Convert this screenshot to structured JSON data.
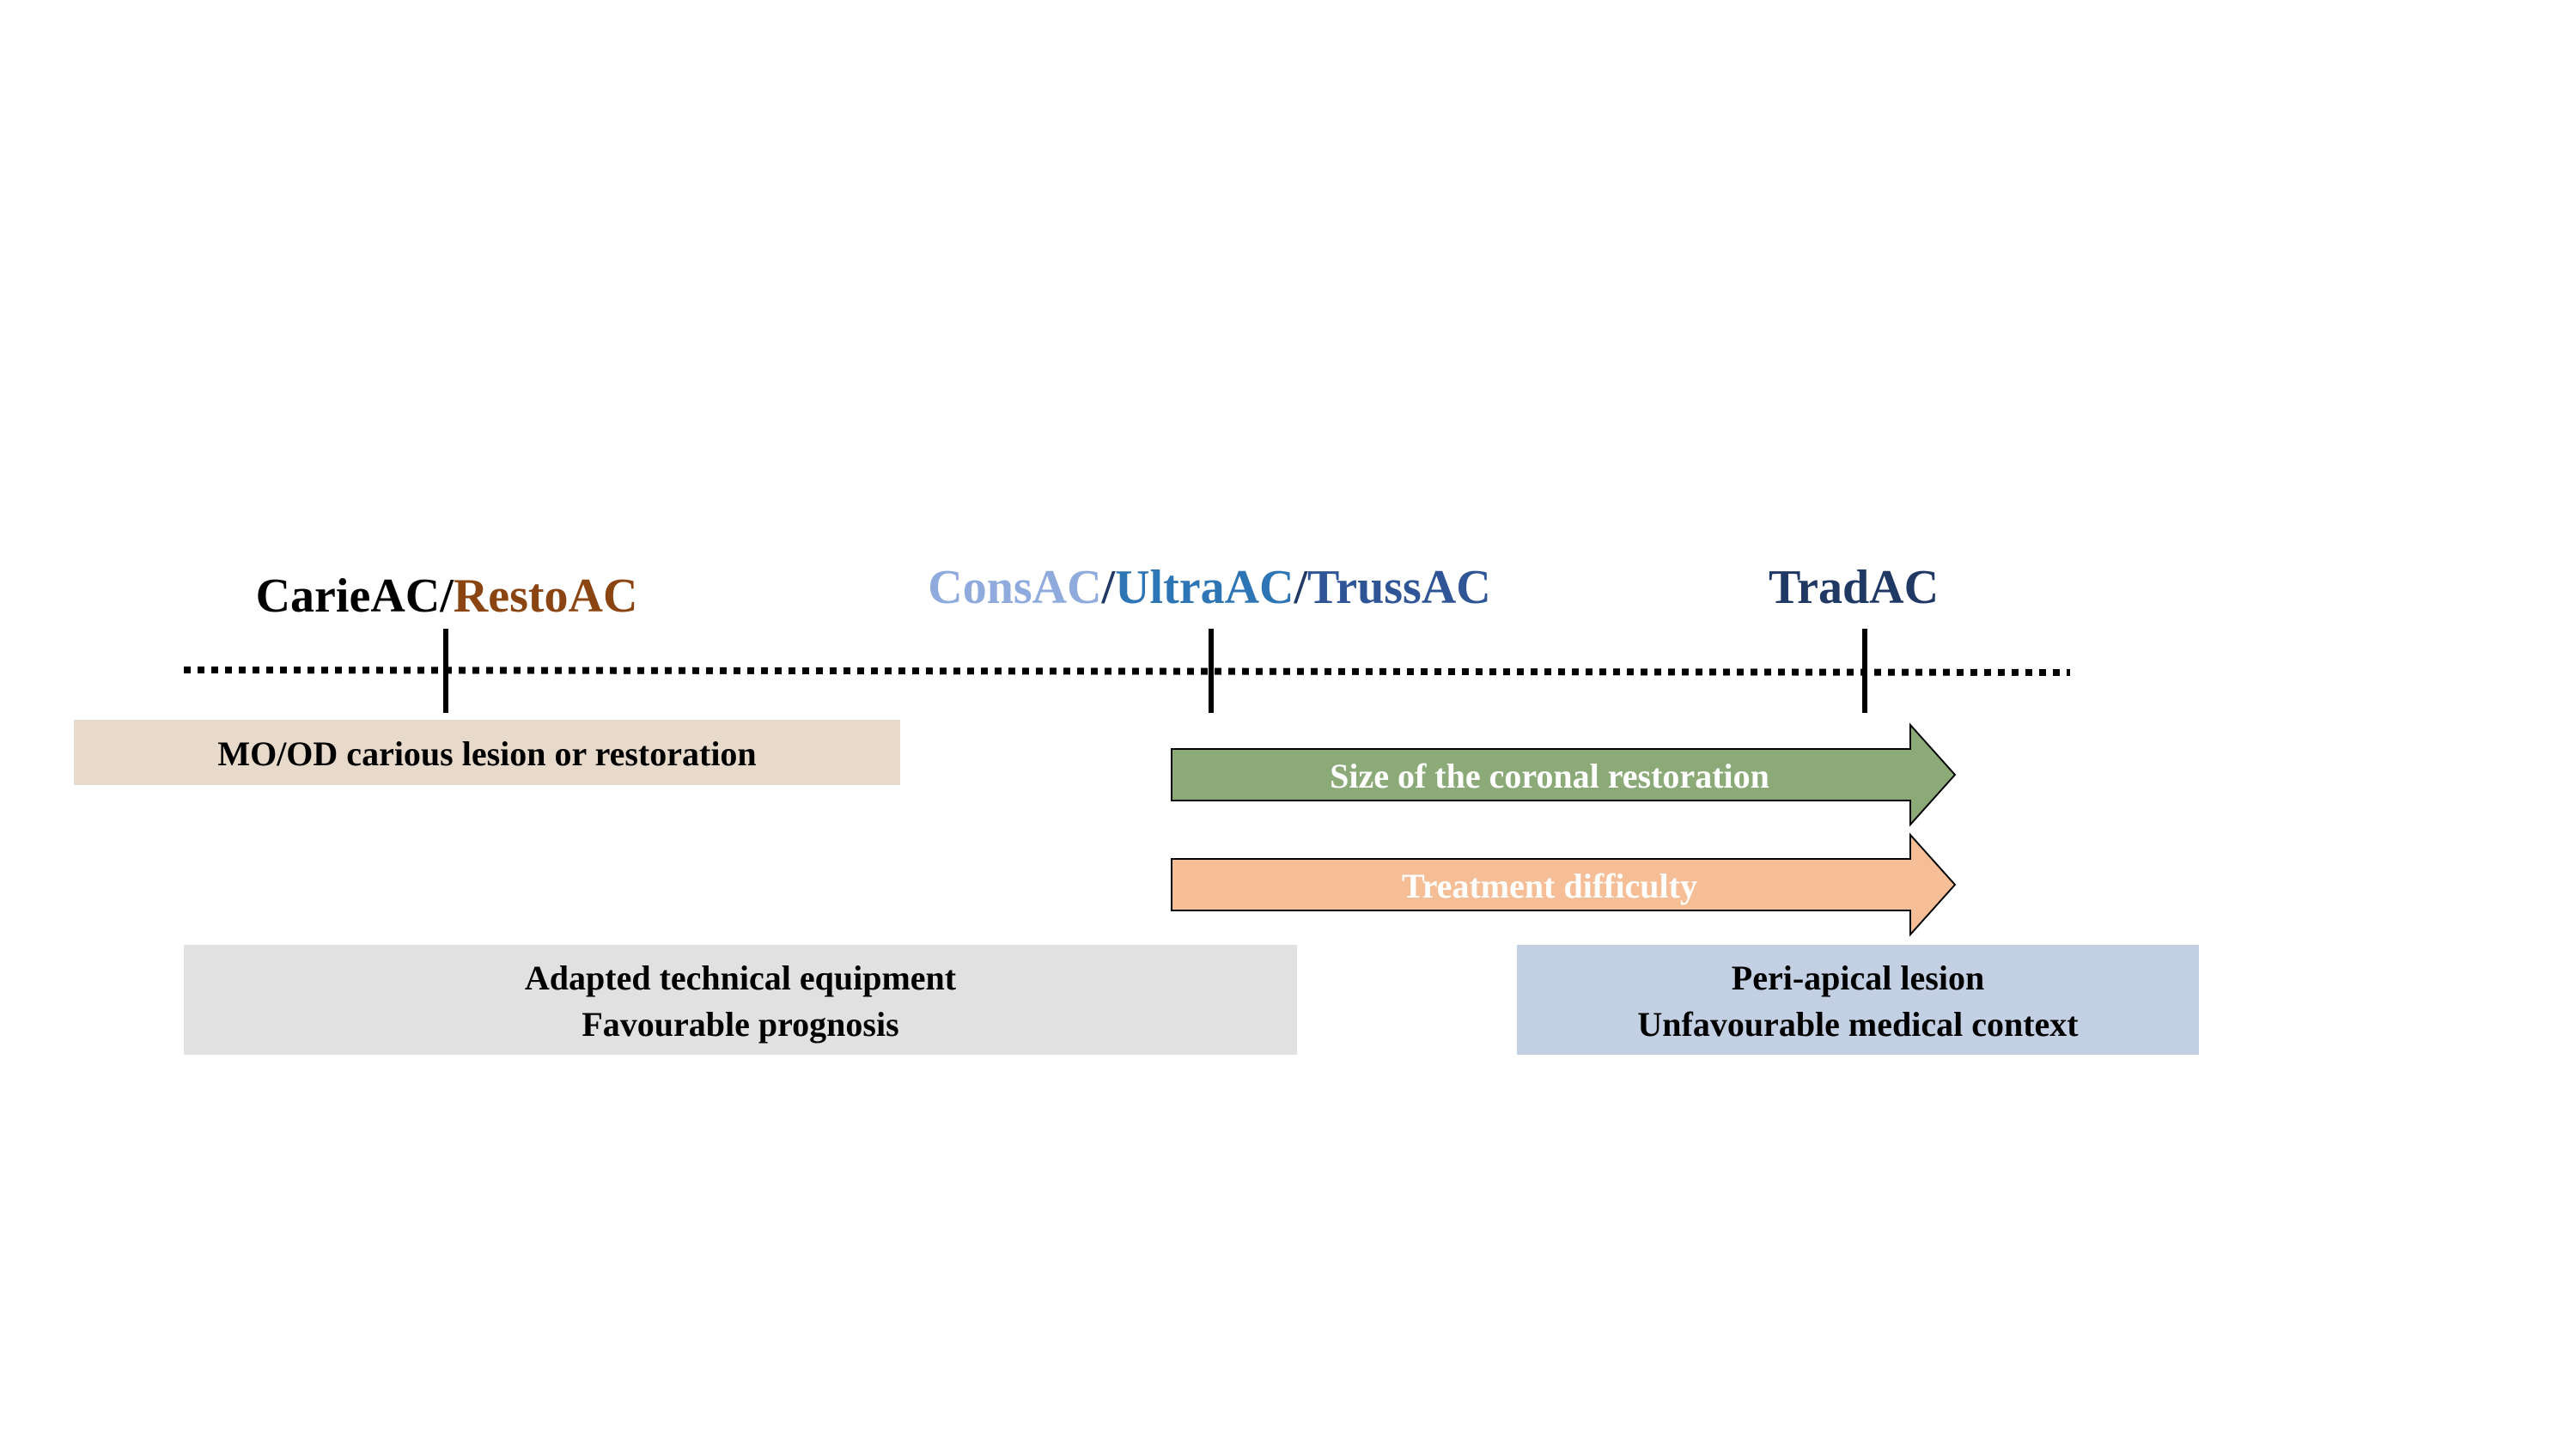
{
  "colors": {
    "black": "#000000",
    "resto": "#8B4513",
    "cons": "#8FAADC",
    "ultra": "#2E75B6",
    "truss": "#2F5597",
    "trad": "#1F3864",
    "beige_box": "#E8DACB",
    "green_arrow": "#8CAA78",
    "orange_arrow": "#F6BE96",
    "gray_box": "#E2E1E2",
    "blue_box": "#C3CFE2",
    "white": "#ffffff"
  },
  "timeline": {
    "markers": [
      {
        "parts": [
          {
            "text": "CarieAC",
            "color": "#000000"
          },
          {
            "text": "/",
            "color": "#000000"
          },
          {
            "text": "RestoAC",
            "color": "#8B4513"
          }
        ]
      },
      {
        "parts": [
          {
            "text": "ConsAC",
            "color": "#8FAADC"
          },
          {
            "text": "/",
            "color": "#1F3864"
          },
          {
            "text": "UltraAC",
            "color": "#2E75B6"
          },
          {
            "text": "/",
            "color": "#1F3864"
          },
          {
            "text": "TrussAC",
            "color": "#2F5597"
          }
        ]
      },
      {
        "parts": [
          {
            "text": "TradAC",
            "color": "#1F3864"
          }
        ]
      }
    ]
  },
  "boxes": {
    "mood": "MO/OD carious lesion or restoration",
    "size_arrow": "Size of the coronal restoration",
    "difficulty_arrow": "Treatment difficulty",
    "equipment_line1": "Adapted technical equipment",
    "equipment_line2": "Favourable prognosis",
    "periapical_line1": "Peri-apical lesion",
    "periapical_line2": "Unfavourable medical context"
  }
}
